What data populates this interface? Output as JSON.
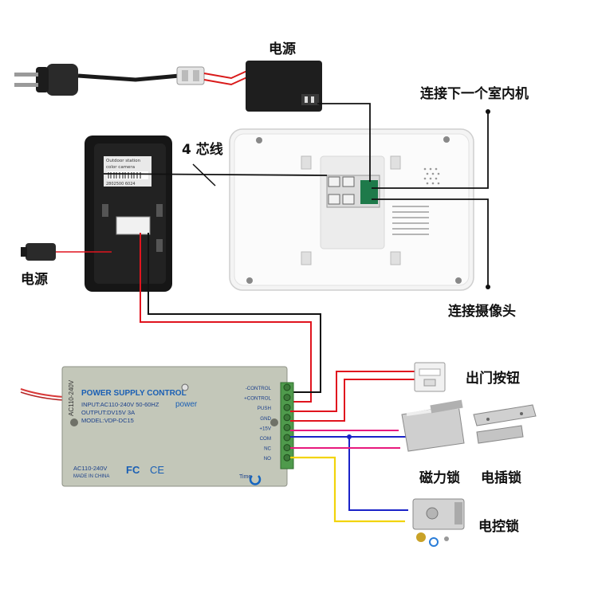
{
  "labels": {
    "power_top": "电源",
    "next_indoor": "连接下一个室内机",
    "four_core": "4 芯线",
    "power_left": "电源",
    "camera": "连接摄像头",
    "exit_button": "出门按钮",
    "mag_lock": "磁力锁",
    "bolt_lock": "电插锁",
    "control_lock": "电控锁"
  },
  "outdoor_station": {
    "sticker_line1": "Outdoor station",
    "sticker_line2": "color camera",
    "sticker_line3": "2802500 6024"
  },
  "psu": {
    "side_label": "AC110-240V",
    "title": "POWER SUPPLY CONTROL",
    "power_word": "power",
    "input": "INPUT:AC110-240V 50-60HZ",
    "output": "OUTPUT:DV15V 3A",
    "model": "MODEL:VDP-DC15",
    "bottom_voltage": "AC110-240V",
    "made_in": "MADE IN CHINA",
    "fc": "FC",
    "ce": "CE",
    "time_word": "Time",
    "terminals": [
      "-CONTROL",
      "+CONTROL",
      "PUSH",
      "GND",
      "+15V",
      "COM",
      "NC",
      "NO"
    ]
  },
  "wire_colors": {
    "red": "#e0141e",
    "black": "#111111",
    "blue": "#1a22c8",
    "pink": "#e8197d",
    "yellow": "#f2d40c"
  }
}
